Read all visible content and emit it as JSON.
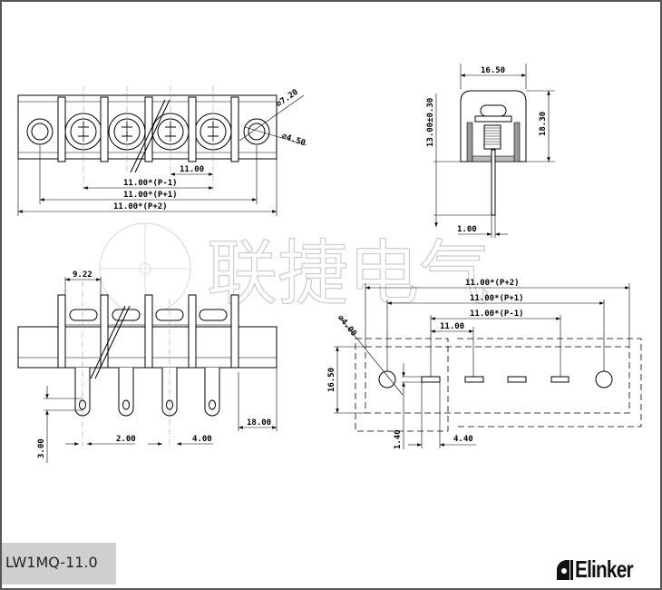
{
  "watermark": {
    "text": "联捷电气"
  },
  "top_view": {
    "dim_pitch": "11.00",
    "dim_p_minus_1": "11.00*(P-1)",
    "dim_p_plus_1": "11.00*(P+1)",
    "dim_p_plus_2": "11.00*(P+2)",
    "dim_outer_dia": "⌀7.20",
    "dim_hole_dia": "⌀4.50"
  },
  "side_view": {
    "dim_width": "16.50",
    "dim_height": "18.30",
    "dim_pin_length": "13.00±0.30",
    "dim_pin_thickness": "1.00"
  },
  "front_view": {
    "dim_barrier": "9.22",
    "dim_pin_width": "2.00",
    "dim_pin_width2": "4.00",
    "dim_end": "18.00",
    "dim_hole": "3.00"
  },
  "footprint": {
    "dim_p_plus_2": "11.00*(P+2)",
    "dim_p_plus_1": "11.00*(P+1)",
    "dim_p_minus_1": "11.00*(P-1)",
    "dim_pitch": "11.00",
    "dim_hole_dia": "⌀4.00",
    "dim_depth": "16.50",
    "dim_slot_w": "1.40",
    "dim_slot_l": "4.40"
  },
  "footer": {
    "model": "LW1MQ-11.0",
    "brand": "Elinker"
  }
}
